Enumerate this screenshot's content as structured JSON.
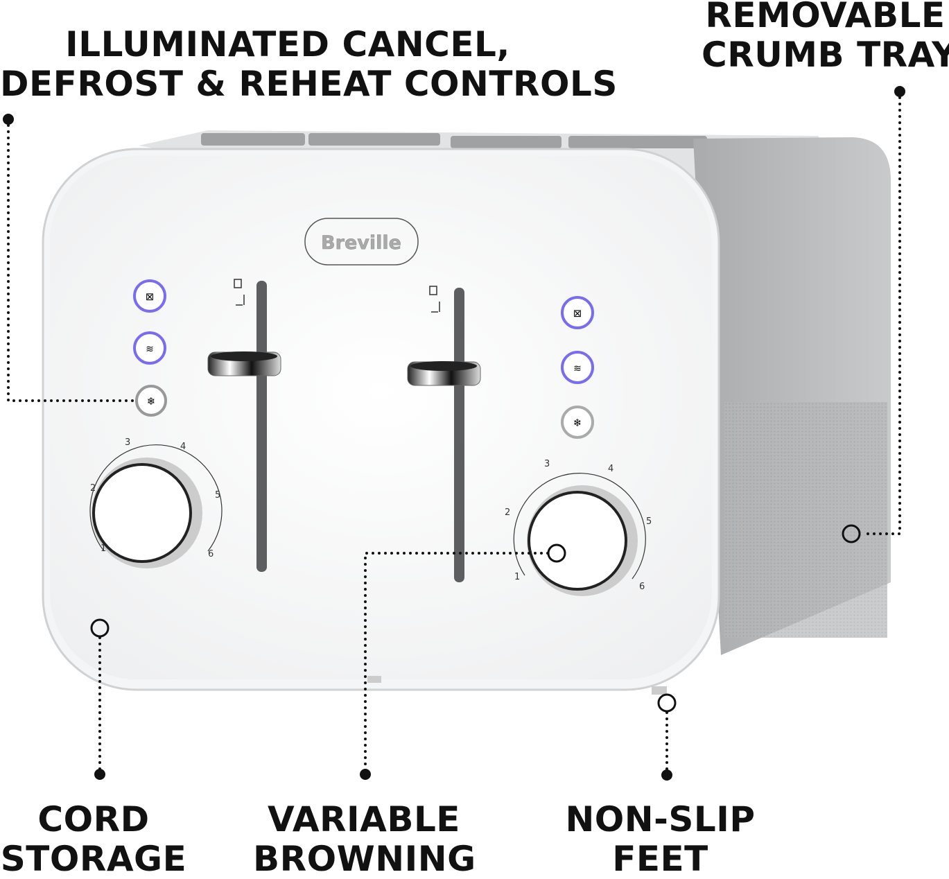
{
  "callouts": {
    "controls": {
      "line1": "ILLUMINATED CANCEL,",
      "line2": "DEFROST & REHEAT CONTROLS"
    },
    "crumb_tray": {
      "line1": "REMOVABLE",
      "line2": "CRUMB TRAY"
    },
    "cord": {
      "line1": "CORD",
      "line2": "STORAGE"
    },
    "browning": {
      "line1": "VARIABLE",
      "line2": "BROWNING"
    },
    "feet": {
      "line1": "NON-SLIP",
      "line2": "FEET"
    }
  },
  "product": {
    "brand": "Breville",
    "body_color": "#ffffff",
    "side_color": "#b9bbbd",
    "button_glow_color": "#7a6cf0",
    "buttons": [
      "cancel-icon",
      "reheat-icon",
      "defrost-icon"
    ],
    "dial_numbers": [
      "1",
      "2",
      "3",
      "4",
      "5",
      "6"
    ]
  }
}
